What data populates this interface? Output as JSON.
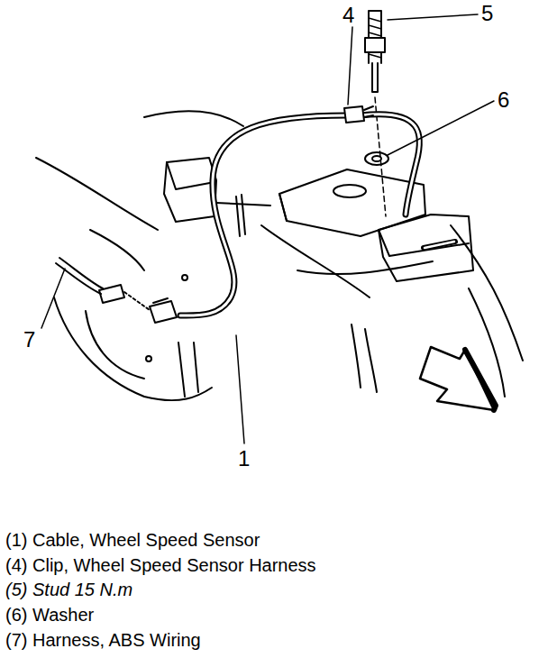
{
  "diagram": {
    "labels": [
      "4",
      "5",
      "6",
      "7",
      "1",
      "(1) Cable, Wheel Speed Sensor",
      "(4) Clip, Wheel Speed Sensor Harness",
      "(5) Stud 15 N.m",
      "(6) Washer",
      "(7) Harness, ABS Wiring"
    ]
  }
}
